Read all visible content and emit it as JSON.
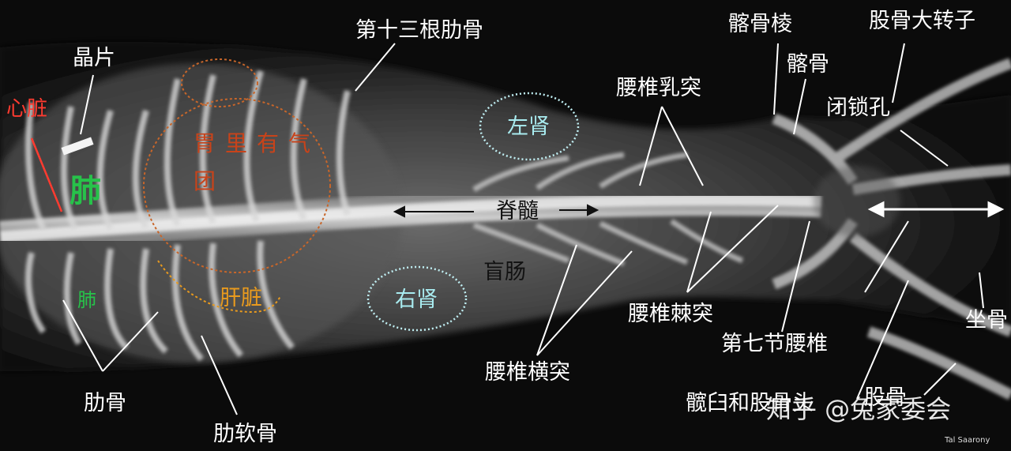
{
  "image": {
    "subject": "X-ray",
    "colors": {
      "label_white": "#ffffff",
      "kidney_label": "#a9ecf0",
      "heart_label": "#ff3b30",
      "lung_label": "#27c24a",
      "stomach_label": "#c8431a",
      "liver_label": "#e89a1e",
      "kidney_outline": "#bfeef2",
      "stomach_outline": "#c8662a",
      "liver_outline": "#e89a1e"
    }
  },
  "labels": {
    "rib13": "第十三根肋骨",
    "lens": "晶片",
    "heart": "心脏",
    "lung_big": "肺",
    "lung_small": "肺",
    "stomach_line1": "胃里有气",
    "stomach_line2": "团",
    "liver": "肝脏",
    "ribs": "肋骨",
    "costal_cartilage": "肋软骨",
    "left_kidney": "左肾",
    "right_kidney": "右肾",
    "spinal_cord": "脊髓",
    "cecum": "盲肠",
    "lumbar_mammillary": "腰椎乳突",
    "lumbar_transverse": "腰椎横突",
    "lumbar_spinous": "腰椎棘突",
    "seventh_lumbar": "第七节腰椎",
    "iliac_crest": "髂骨棱",
    "ilium": "髂骨",
    "greater_trochanter": "股骨大转子",
    "obturator_foramen": "闭锁孔",
    "ischium": "坐骨",
    "acetabulum": "髋臼和股骨头",
    "femur": "股骨",
    "watermark": "知乎 @兔家委会",
    "credit": "Tal Saarony"
  }
}
